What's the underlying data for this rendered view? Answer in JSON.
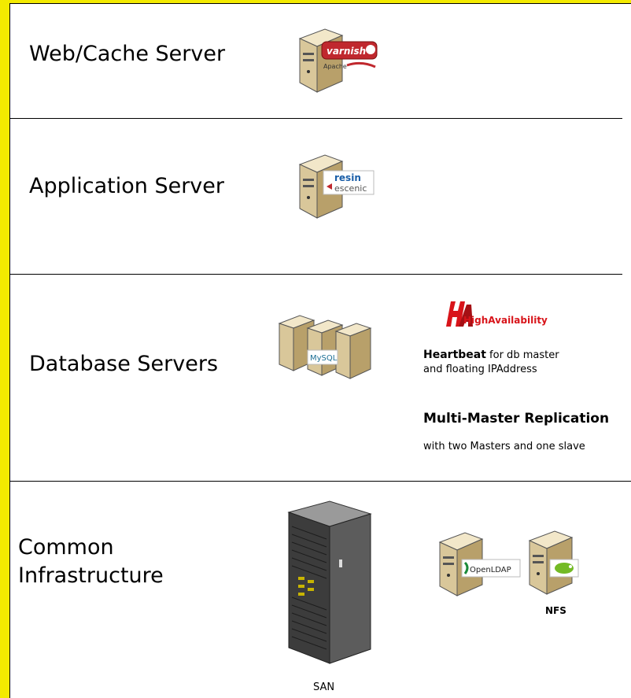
{
  "tiers": [
    {
      "label": "Web/Cache Server",
      "icon": "server-icon",
      "logos": [
        "varnish",
        "Apache"
      ]
    },
    {
      "label": "Application Server",
      "icon": "server-icon",
      "logos": [
        "resin",
        "escenic"
      ]
    },
    {
      "label": "Database Servers",
      "icon": "server-cluster-icon",
      "logos": [
        "MySQL"
      ]
    },
    {
      "label": "Common\nInfrastructure",
      "icon": "rack-icon"
    }
  ],
  "ha": {
    "logo_text": "HighAvailability",
    "heartbeat_bold": "Heartbeat",
    "heartbeat_rest": " for db master",
    "heartbeat_line2": "and floating IPAddress",
    "replication_title": "Multi-Master Replication",
    "replication_desc": "with two Masters and one slave"
  },
  "infra": {
    "san_label": "SAN",
    "ldap_label": "OpenLDAP",
    "nfs_label": "NFS"
  },
  "colors": {
    "background": "#f3ea00",
    "panel": "#ffffff",
    "ha_red": "#d8141a",
    "suse_green": "#73ba25"
  }
}
